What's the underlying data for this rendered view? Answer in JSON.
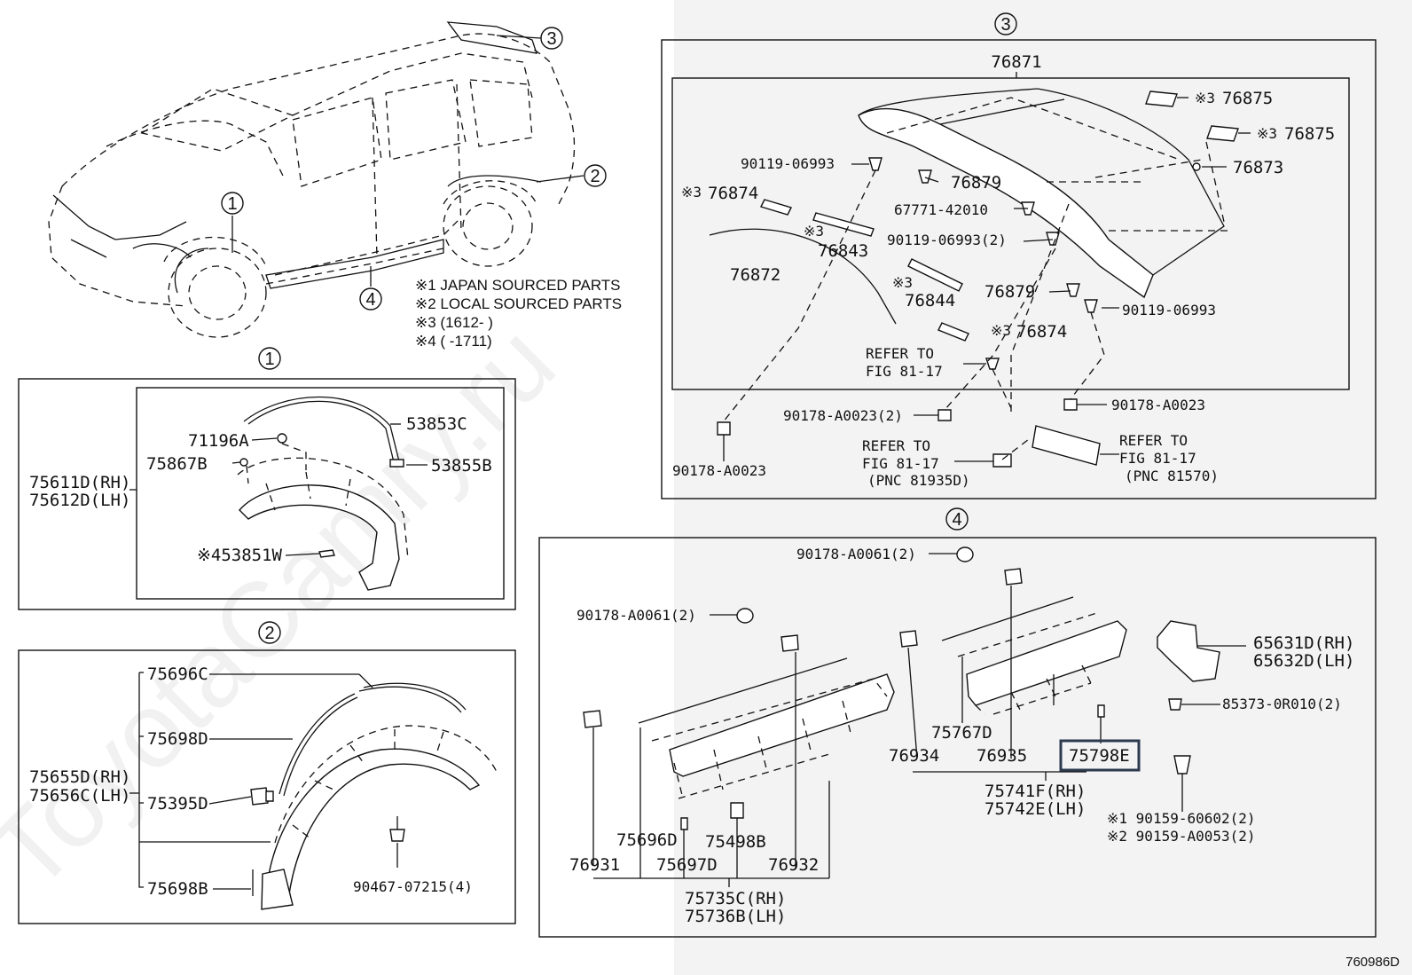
{
  "diagram_code": "760986D",
  "watermark": "ToyotaCamry.ru",
  "notes": [
    "※1 JAPAN SOURCED PARTS",
    "※2 LOCAL SOURCED PARTS",
    "※3 (1612-      )",
    "※4 (      -1711)"
  ],
  "callouts": {
    "c1": "1",
    "c2": "2",
    "c3": "3",
    "c4": "4"
  },
  "section1": {
    "assy": [
      "75611D(RH)",
      "75612D(LH)"
    ],
    "p71196A": "71196A",
    "p75867B": "75867B",
    "p53853C": "53853C",
    "p53855B": "53855B",
    "p53851W": "※453851W"
  },
  "section2": {
    "assy": [
      "75655D(RH)",
      "75656C(LH)"
    ],
    "p75696C": "75696C",
    "p75698D": "75698D",
    "p75395D": "75395D",
    "p75698B": "75698B",
    "p90467": "90467-07215(4)"
  },
  "section3": {
    "p76871": "76871",
    "p90119a": "90119-06993",
    "p76879a": "76879",
    "p67771": "67771-42010",
    "p90119b": "90119-06993(2)",
    "p76874a": "76874",
    "p76874a_mark": "※3",
    "p76843": "76843",
    "p76843_mark": "※3",
    "p76872": "76872",
    "p76844": "76844",
    "p76844_mark": "※3",
    "p76879b": "76879",
    "p90119c": "90119-06993",
    "p76874b": "76874",
    "p76874b_mark": "※3",
    "p76875a": "76875",
    "p76875a_mark": "※3",
    "p76875b": "76875",
    "p76875b_mark": "※3",
    "p76873": "76873",
    "refer1": [
      "REFER TO",
      "FIG 81-17"
    ],
    "p90178a": "90178-A0023(2)",
    "p90178b": "90178-A0023",
    "p90178c": "90178-A0023",
    "refer2": [
      "REFER TO",
      "FIG 81-17",
      "(PNC 81935D)"
    ],
    "refer3": [
      "REFER TO",
      "FIG 81-17",
      "(PNC 81570)"
    ]
  },
  "section4": {
    "p90178_top": "90178-A0061(2)",
    "p90178_left": "90178-A0061(2)",
    "p65631": [
      "65631D(RH)",
      "65632D(LH)"
    ],
    "p85373": "85373-0R010(2)",
    "p75767D": "75767D",
    "p76934": "76934",
    "p76935": "76935",
    "p75798E": "75798E",
    "assy_front": [
      "75741F(RH)",
      "75742E(LH)"
    ],
    "p90159": [
      "※1 90159-60602(2)",
      "※2 90159-A0053(2)"
    ],
    "p75696D": "75696D",
    "p75498B": "75498B",
    "p76931": "76931",
    "p75697D": "75697D",
    "p76932": "76932",
    "assy_rear": [
      "75735C(RH)",
      "75736B(LH)"
    ]
  }
}
